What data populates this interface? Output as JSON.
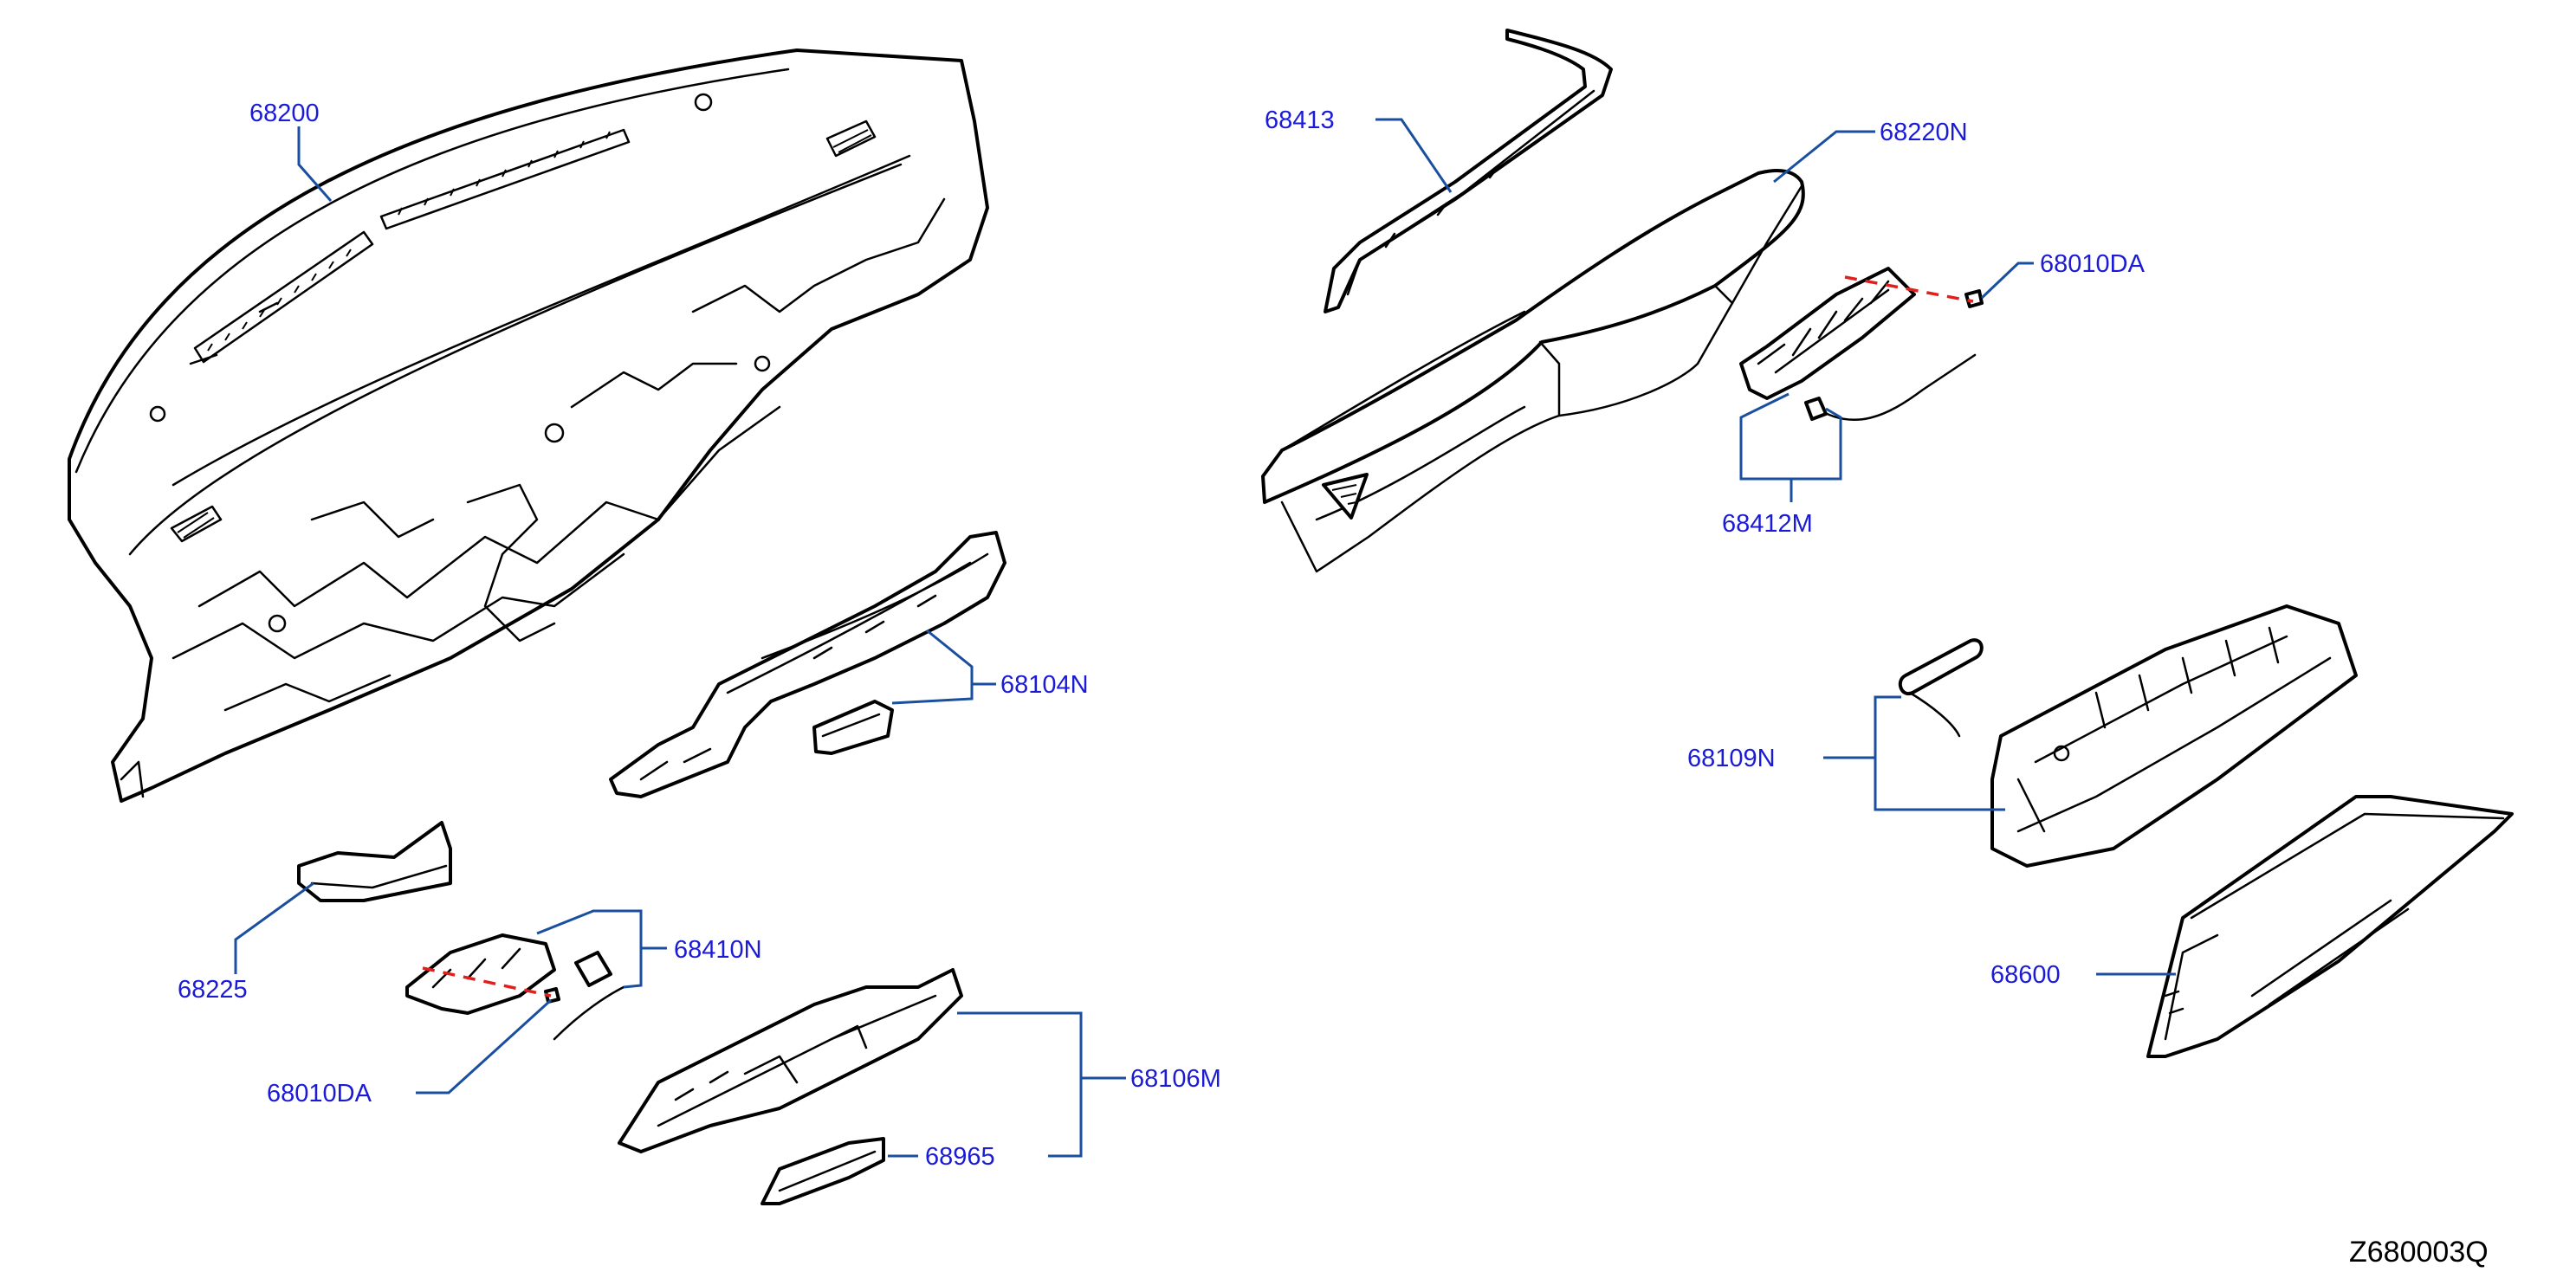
{
  "colors": {
    "label": "#1b1bd6",
    "leader": "#1a4fa0",
    "line_art": "#000000",
    "dashed_hint": "#e0201c"
  },
  "diagram_code": "Z680003Q",
  "parts": [
    {
      "id": "68200",
      "label": "68200"
    },
    {
      "id": "68413",
      "label": "68413"
    },
    {
      "id": "68220N",
      "label": "68220N"
    },
    {
      "id": "68010DA-right",
      "label": "68010DA"
    },
    {
      "id": "68412M",
      "label": "68412M"
    },
    {
      "id": "68104N",
      "label": "68104N"
    },
    {
      "id": "68109N",
      "label": "68109N"
    },
    {
      "id": "68225",
      "label": "68225"
    },
    {
      "id": "68410N",
      "label": "68410N"
    },
    {
      "id": "68010DA-left",
      "label": "68010DA"
    },
    {
      "id": "68106M",
      "label": "68106M"
    },
    {
      "id": "68965",
      "label": "68965"
    },
    {
      "id": "68600",
      "label": "68600"
    }
  ]
}
